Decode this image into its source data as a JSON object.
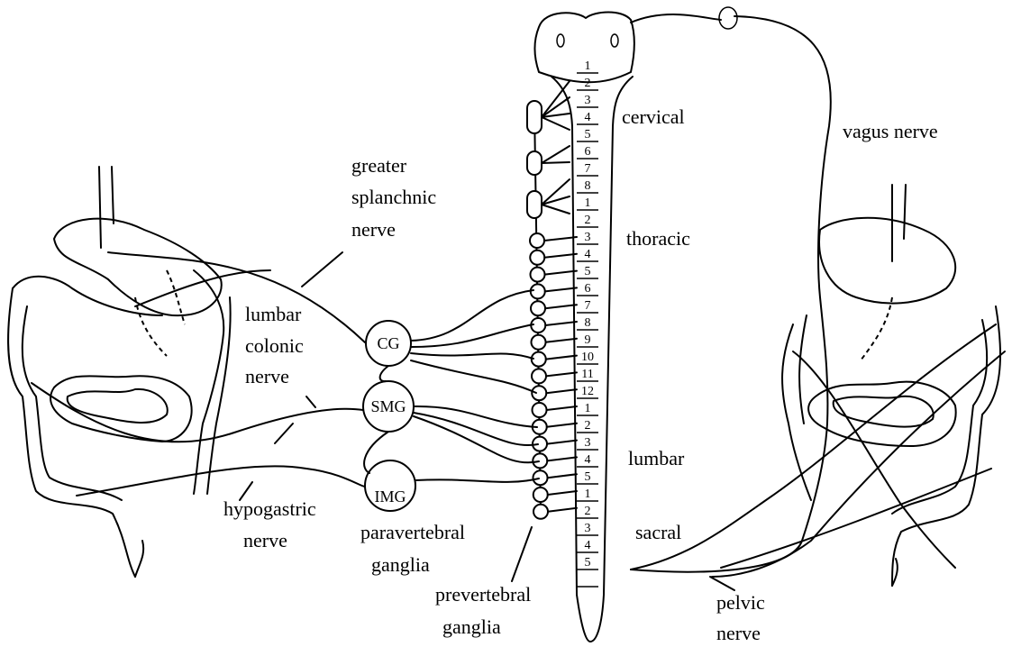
{
  "labels": {
    "cervical": "cervical",
    "thoracic": "thoracic",
    "lumbar": "lumbar",
    "sacral": "sacral",
    "vagus_nerve": "vagus nerve",
    "greater_splanchnic_nerve": [
      "greater",
      "splanchnic",
      "nerve"
    ],
    "lumbar_colonic_nerve": [
      "lumbar",
      "colonic",
      "nerve"
    ],
    "hypogastric_nerve": [
      "hypogastric",
      "nerve"
    ],
    "paravertebral_ganglia": [
      "paravertebral",
      "ganglia"
    ],
    "prevertebral_ganglia": [
      "prevertebral",
      "ganglia"
    ],
    "pelvic_nerve": [
      "pelvic",
      "nerve"
    ]
  },
  "ganglia": [
    "CG",
    "SMG",
    "IMG"
  ],
  "spinal_segments": {
    "cervical": [
      "1",
      "2",
      "3",
      "4",
      "5",
      "6",
      "7",
      "8"
    ],
    "thoracic": [
      "1",
      "2",
      "3",
      "4",
      "5",
      "6",
      "7",
      "8",
      "9",
      "10",
      "11",
      "12"
    ],
    "lumbar": [
      "1",
      "2",
      "3",
      "4",
      "5"
    ],
    "sacral": [
      "1",
      "2",
      "3",
      "4",
      "5"
    ]
  }
}
